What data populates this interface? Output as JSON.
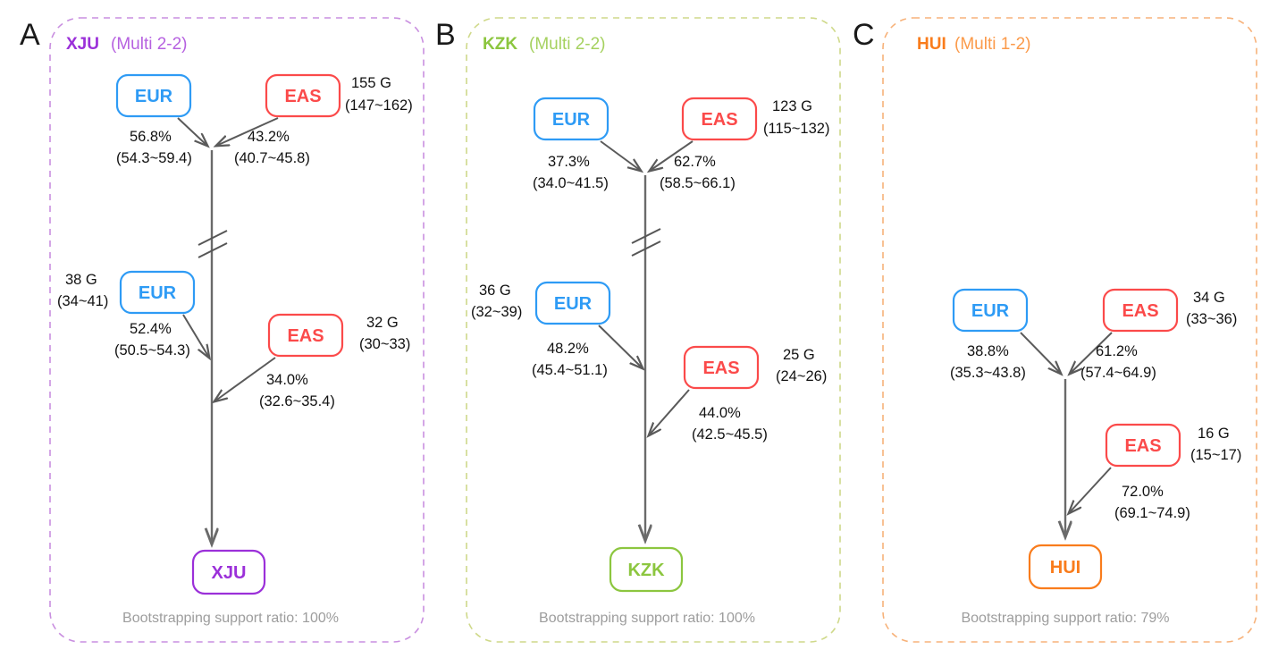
{
  "figure": {
    "background": "#ffffff",
    "colors": {
      "eur": "#2e9bf5",
      "eas": "#fb4a4a",
      "arrow": "#5a5a5a",
      "text": "#111111",
      "footnote": "#9d9d9d",
      "panel_a_accent": "#9b30d9",
      "panel_b_accent": "#8cc63f",
      "panel_c_accent": "#f97c1c",
      "panel_a_border": "#c98fe0",
      "panel_b_border": "#cfd98a",
      "panel_c_border": "#f7b27a"
    }
  },
  "panels": [
    {
      "letter": "A",
      "title_main": "XJU",
      "title_sub": "(Multi 2-2)",
      "accent": "#9b30d9",
      "border": "#c98fe0",
      "footnote": "Bootstrapping support ratio: 100%",
      "target_node": "XJU",
      "nodes": [
        {
          "name": "eur-top",
          "label": "EUR",
          "type": "eur"
        },
        {
          "name": "eas-top",
          "label": "EAS",
          "type": "eas"
        },
        {
          "name": "eur-mid",
          "label": "EUR",
          "type": "eur"
        },
        {
          "name": "eas-mid",
          "label": "EAS",
          "type": "eas"
        }
      ],
      "annotations": {
        "top_gen": {
          "value": "155 G",
          "ci": "(147~162)"
        },
        "left_pct_top": {
          "value": "56.8%",
          "ci": "(54.3~59.4)"
        },
        "right_pct_top": {
          "value": "43.2%",
          "ci": "(40.7~45.8)"
        },
        "mid_left_gen": {
          "value": "38 G",
          "ci": "(34~41)"
        },
        "mid_left_pct": {
          "value": "52.4%",
          "ci": "(50.5~54.3)"
        },
        "mid_right_gen": {
          "value": "32 G",
          "ci": "(30~33)"
        },
        "mid_right_pct": {
          "value": "34.0%",
          "ci": "(32.6~35.4)"
        }
      }
    },
    {
      "letter": "B",
      "title_main": "KZK",
      "title_sub": "(Multi 2-2)",
      "accent": "#8cc63f",
      "border": "#cfd98a",
      "footnote": "Bootstrapping support ratio: 100%",
      "target_node": "KZK",
      "nodes": [
        {
          "name": "eur-top",
          "label": "EUR",
          "type": "eur"
        },
        {
          "name": "eas-top",
          "label": "EAS",
          "type": "eas"
        },
        {
          "name": "eur-mid",
          "label": "EUR",
          "type": "eur"
        },
        {
          "name": "eas-mid",
          "label": "EAS",
          "type": "eas"
        }
      ],
      "annotations": {
        "top_gen": {
          "value": "123 G",
          "ci": "(115~132)"
        },
        "left_pct_top": {
          "value": "37.3%",
          "ci": "(34.0~41.5)"
        },
        "right_pct_top": {
          "value": "62.7%",
          "ci": "(58.5~66.1)"
        },
        "mid_left_gen": {
          "value": "36 G",
          "ci": "(32~39)"
        },
        "mid_left_pct": {
          "value": "48.2%",
          "ci": "(45.4~51.1)"
        },
        "mid_right_gen": {
          "value": "25 G",
          "ci": "(24~26)"
        },
        "mid_right_pct": {
          "value": "44.0%",
          "ci": "(42.5~45.5)"
        }
      }
    },
    {
      "letter": "C",
      "title_main": "HUI",
      "title_sub": "(Multi 1-2)",
      "accent": "#f97c1c",
      "border": "#f7b27a",
      "footnote": "Bootstrapping support ratio: 79%",
      "target_node": "HUI",
      "nodes": [
        {
          "name": "eur-top",
          "label": "EUR",
          "type": "eur"
        },
        {
          "name": "eas-top",
          "label": "EAS",
          "type": "eas"
        },
        {
          "name": "eas-mid",
          "label": "EAS",
          "type": "eas"
        }
      ],
      "annotations": {
        "top_gen": {
          "value": "34 G",
          "ci": "(33~36)"
        },
        "left_pct_top": {
          "value": "38.8%",
          "ci": "(35.3~43.8)"
        },
        "right_pct_top": {
          "value": "61.2%",
          "ci": "(57.4~64.9)"
        },
        "mid_right_gen": {
          "value": "16 G",
          "ci": "(15~17)"
        },
        "mid_right_pct": {
          "value": "72.0%",
          "ci": "(69.1~74.9)"
        }
      }
    }
  ]
}
